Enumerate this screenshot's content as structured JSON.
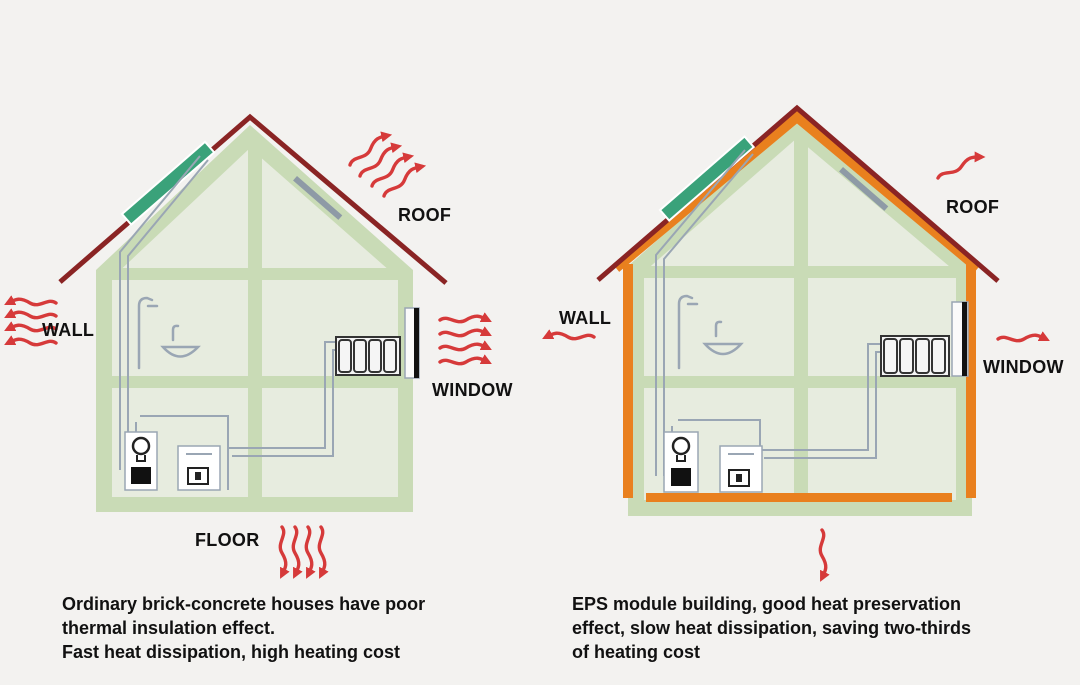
{
  "left_house": {
    "labels": {
      "roof": "ROOF",
      "wall": "WALL",
      "window": "WINDOW",
      "floor": "FLOOR"
    },
    "caption": [
      "Ordinary brick-concrete houses have poor",
      "thermal insulation effect.",
      "Fast heat dissipation, high heating cost"
    ]
  },
  "right_house": {
    "labels": {
      "roof": "ROOF",
      "wall": "WALL",
      "window": "WINDOW"
    },
    "caption": [
      "EPS module building, good heat preservation",
      "effect, slow heat dissipation, saving two-thirds",
      "of heating cost"
    ]
  },
  "colors": {
    "background": "#f3f2f0",
    "house_frame": "#c9dbb6",
    "house_interior": "#e7ecdf",
    "roof_line": "#8a2424",
    "insulation": "#e9801e",
    "heat_arrow": "#d63a3a",
    "solar_panel": "#3aa27a",
    "pipe": "#9aa6b4"
  },
  "icons": [
    "solar-panel-icon",
    "shower-icon",
    "sink-icon",
    "radiator-icon",
    "boiler-icon",
    "heat-loss-arrow-icon"
  ]
}
